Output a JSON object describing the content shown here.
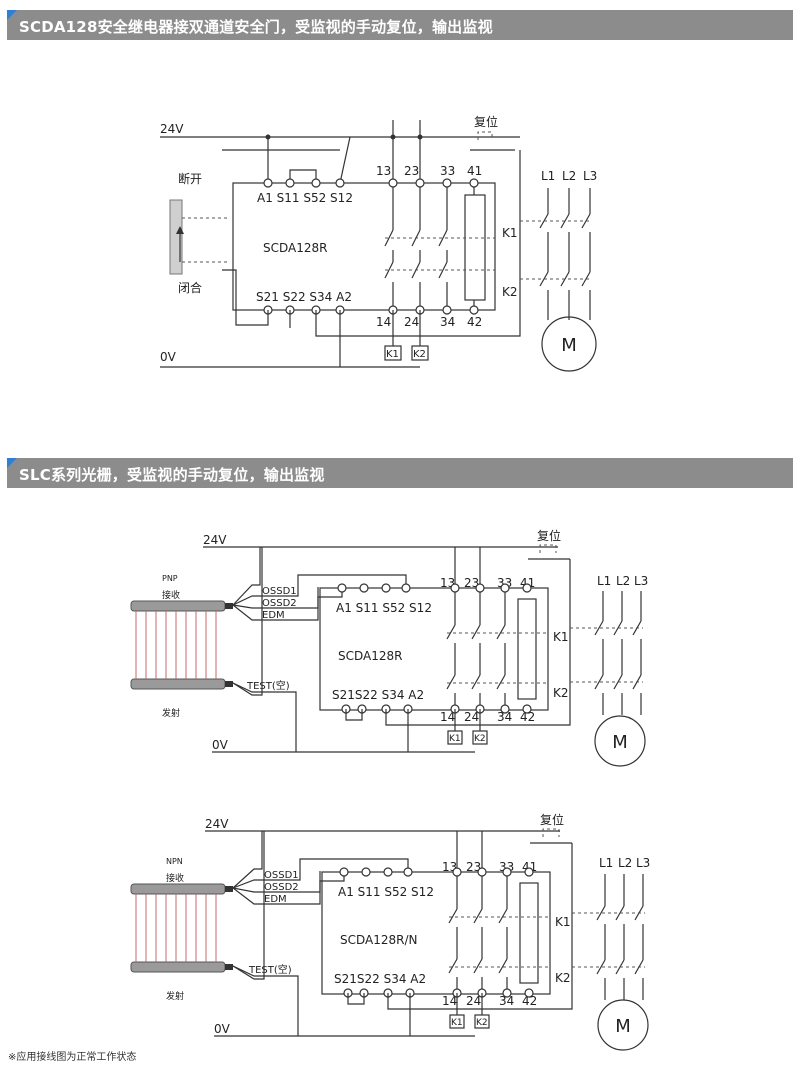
{
  "sections": [
    {
      "title": "SCDA128安全继电器接双通道安全门，受监视的手动复位，输出监视",
      "diagram": {
        "supply_top": "24V",
        "supply_bottom": "0V",
        "reset_label": "复位",
        "switch_open_label": "断开",
        "switch_closed_label": "闭合",
        "relay_name": "SCDA128R",
        "top_terminals": "A1  S11 S52  S12",
        "bottom_terminals": "S21 S22  S34  A2",
        "contact_top": [
          "13",
          "23",
          "33",
          "41"
        ],
        "contact_bottom": [
          "14",
          "24",
          "34",
          "42"
        ],
        "coil_labels": [
          "K1",
          "K2"
        ],
        "contactor_labels": [
          "K1",
          "K2"
        ],
        "phases": [
          "L1",
          "L2",
          "L3"
        ],
        "motor": "M"
      }
    },
    {
      "title": "SLC系列光栅，受监视的手动复位，输出监视",
      "diagrams": [
        {
          "supply_top": "24V",
          "supply_bottom": "0V",
          "reset_label": "复位",
          "sensor_type": "PNP",
          "receiver_label": "接收",
          "emitter_label": "发射",
          "ossd1": "OSSD1",
          "ossd2": "OSSD2",
          "edm": "EDM",
          "test": "TEST(空)",
          "relay_name": "SCDA128R",
          "top_terminals": "A1 S11 S52 S12",
          "bottom_terminals": "S21S22 S34 A2",
          "contact_top": [
            "13",
            "23",
            "33",
            "41"
          ],
          "contact_bottom": [
            "14",
            "24",
            "34",
            "42"
          ],
          "coil_labels": [
            "K1",
            "K2"
          ],
          "contactor_labels": [
            "K1",
            "K2"
          ],
          "phases": [
            "L1",
            "L2",
            "L3"
          ],
          "motor": "M"
        },
        {
          "supply_top": "24V",
          "supply_bottom": "0V",
          "reset_label": "复位",
          "sensor_type": "NPN",
          "receiver_label": "接收",
          "emitter_label": "发射",
          "ossd1": "OSSD1",
          "ossd2": "OSSD2",
          "edm": "EDM",
          "test": "TEST(空)",
          "relay_name": "SCDA128R/N",
          "top_terminals": "A1 S11 S52 S12",
          "bottom_terminals": "S21S22 S34 A2",
          "contact_top": [
            "13",
            "23",
            "33",
            "41"
          ],
          "contact_bottom": [
            "14",
            "24",
            "34",
            "42"
          ],
          "coil_labels": [
            "K1",
            "K2"
          ],
          "contactor_labels": [
            "K1",
            "K2"
          ],
          "phases": [
            "L1",
            "L2",
            "L3"
          ],
          "motor": "M"
        }
      ]
    }
  ],
  "footnote": "※应用接线图为正常工作状态",
  "colors": {
    "banner_bg": "#8c8c8c",
    "banner_accent": "#2f7fd6",
    "wire": "#333333",
    "light_curtain_beams": "#c96a6a"
  }
}
